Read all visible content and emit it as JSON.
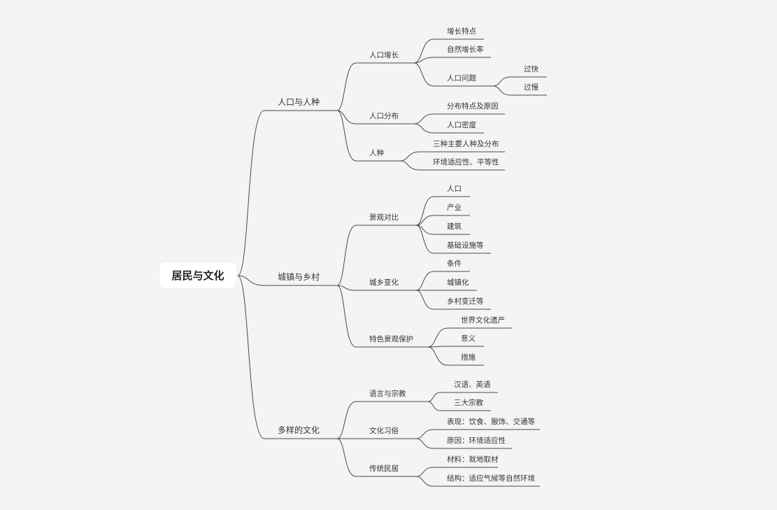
{
  "root": {
    "label": "居民与文化",
    "children": [
      {
        "label": "人口与人种",
        "children": [
          {
            "label": "人口增长",
            "children": [
              {
                "label": "增长特点"
              },
              {
                "label": "自然增长率"
              },
              {
                "label": "人口问题",
                "children": [
                  {
                    "label": "过快"
                  },
                  {
                    "label": "过慢"
                  }
                ]
              }
            ]
          },
          {
            "label": "人口分布",
            "children": [
              {
                "label": "分布特点及原因"
              },
              {
                "label": "人口密度"
              }
            ]
          },
          {
            "label": "人种",
            "children": [
              {
                "label": "三种主要人种及分布"
              },
              {
                "label": "环境适应性、平等性"
              }
            ]
          }
        ]
      },
      {
        "label": "城镇与乡村",
        "children": [
          {
            "label": "景观对比",
            "children": [
              {
                "label": "人口"
              },
              {
                "label": "产业"
              },
              {
                "label": "建筑"
              },
              {
                "label": "基础设施等"
              }
            ]
          },
          {
            "label": "城乡变化",
            "children": [
              {
                "label": "条件"
              },
              {
                "label": "城镇化"
              },
              {
                "label": "乡村变迁等"
              }
            ]
          },
          {
            "label": "特色景观保护",
            "children": [
              {
                "label": "世界文化遗产"
              },
              {
                "label": "意义"
              },
              {
                "label": "措施"
              }
            ]
          }
        ]
      },
      {
        "label": "多样的文化",
        "children": [
          {
            "label": "语言与宗教",
            "children": [
              {
                "label": "汉语、英语"
              },
              {
                "label": "三大宗教"
              }
            ]
          },
          {
            "label": "文化习俗",
            "children": [
              {
                "label": "表现：饮食、服饰、交通等"
              },
              {
                "label": "原因：环境适应性"
              }
            ]
          },
          {
            "label": "传统民居",
            "children": [
              {
                "label": "材料：就地取材"
              },
              {
                "label": "结构：适应气候等自然环境"
              }
            ]
          }
        ]
      }
    ]
  },
  "colors": {
    "line": "#4a4a4a",
    "text": "#333333",
    "background": "#f4f4f4"
  }
}
